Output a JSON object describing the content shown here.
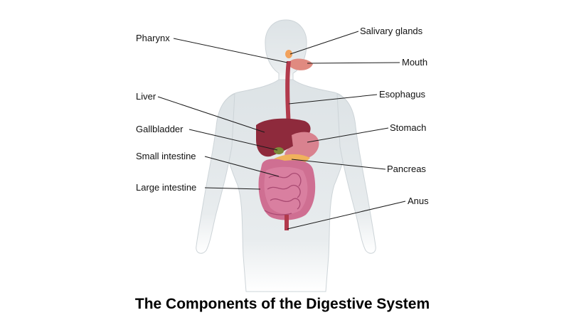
{
  "title": "The Components of the Digestive System",
  "labels": {
    "pharynx": "Pharynx",
    "salivary_glands": "Salivary glands",
    "mouth": "Mouth",
    "liver": "Liver",
    "esophagus": "Esophagus",
    "gallbladder": "Gallbladder",
    "stomach": "Stomach",
    "small_intestine": "Small intestine",
    "pancreas": "Pancreas",
    "large_intestine": "Large intestine",
    "anus": "Anus"
  },
  "colors": {
    "body": "#e3e8ea",
    "liver": "#8e2a3c",
    "stomach": "#d9828f",
    "intestines": "#cf6f92",
    "esophagus": "#b23a4c",
    "pancreas": "#f0b25c"
  }
}
